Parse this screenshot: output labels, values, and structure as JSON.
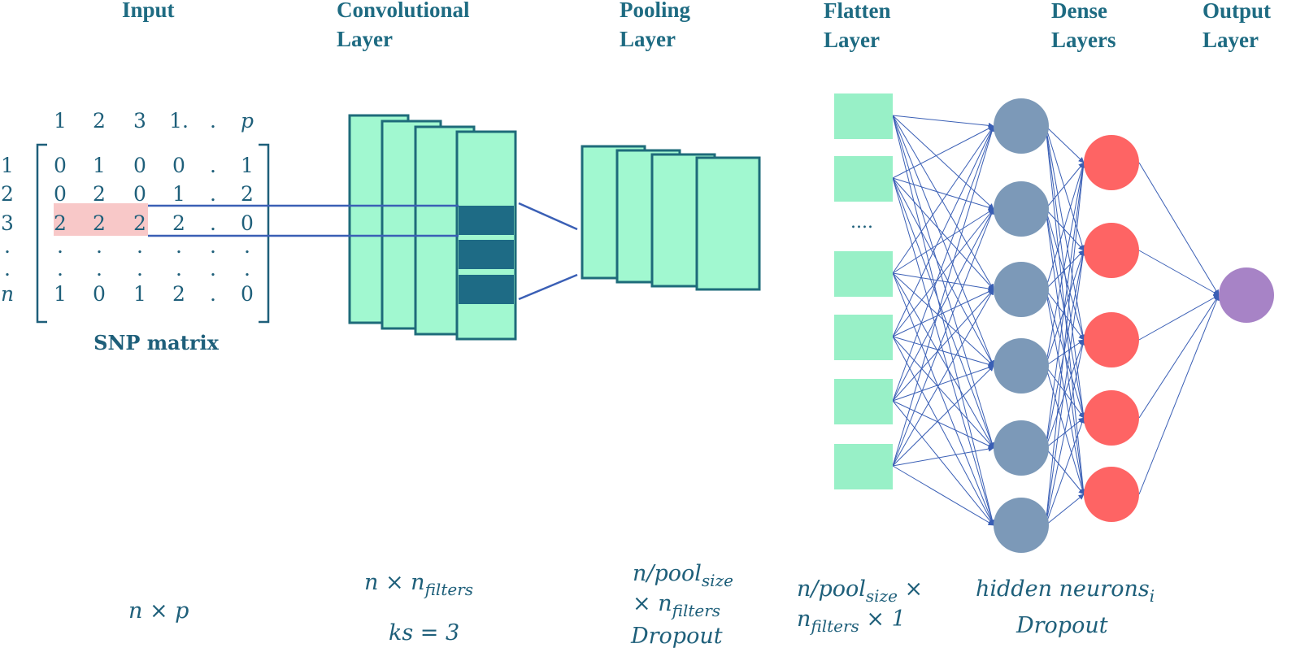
{
  "headers": {
    "input": [
      "Input"
    ],
    "conv": [
      "Convolutional",
      "Layer"
    ],
    "pool": [
      "Pooling",
      "Layer"
    ],
    "flatten": [
      "Flatten",
      "Layer"
    ],
    "dense": [
      "Dense",
      "Layers"
    ],
    "output": [
      "Output",
      "Layer"
    ]
  },
  "matrix": {
    "col_headers": [
      "1",
      "2",
      "3",
      "1.",
      ".",
      "p"
    ],
    "row_labels": [
      "1",
      "2",
      "3",
      ".",
      ".",
      "n"
    ],
    "rows": [
      [
        "0",
        "1",
        "0",
        "0",
        ".",
        "1"
      ],
      [
        "0",
        "2",
        "0",
        "1",
        ".",
        "2"
      ],
      [
        "2",
        "2",
        "2",
        "2",
        ".",
        "0"
      ],
      [
        ".",
        ".",
        ".",
        ".",
        ".",
        "."
      ],
      [
        ".",
        ".",
        ".",
        ".",
        ".",
        "."
      ],
      [
        "1",
        "0",
        "1",
        "2",
        ".",
        "0"
      ]
    ],
    "highlight_row": 2,
    "highlight_cols": 3,
    "label": "SNP matrix"
  },
  "flatten_ellipsis": "....",
  "formulas": {
    "input": "n × p",
    "conv_line1": "n × n",
    "conv_sub1": "filters",
    "conv_line2": "ks = 3",
    "pool_line1": "n/pool",
    "pool_sub1": "size",
    "pool_line2": "× n",
    "pool_sub2": "filters",
    "pool_line3": "Dropout",
    "flat_line1": "n/pool",
    "flat_sub1": "size",
    "flat_line1b": " ×",
    "flat_line2": "n",
    "flat_sub2": "filters",
    "flat_line2b": " × 1",
    "dense_line1": "hidden neurons",
    "dense_sub1": "i",
    "dense_line2": "Dropout"
  },
  "network": {
    "flatten_nodes": 6,
    "hidden1_nodes": 6,
    "hidden2_nodes": 5,
    "output_nodes": 1
  },
  "colors": {
    "title": "#1e6b82",
    "text": "#1e5f7a",
    "feature_map_fill": "#a1f8d0",
    "feature_map_stroke": "#1e6b7a",
    "filter_block": "#1e6b85",
    "highlight": "#f8c8c8",
    "connector": "#3a5fb5",
    "hidden1": "#7c99b8",
    "hidden2": "#fe6464",
    "output": "#a783c6",
    "flatten_box": "#98f0c7"
  }
}
